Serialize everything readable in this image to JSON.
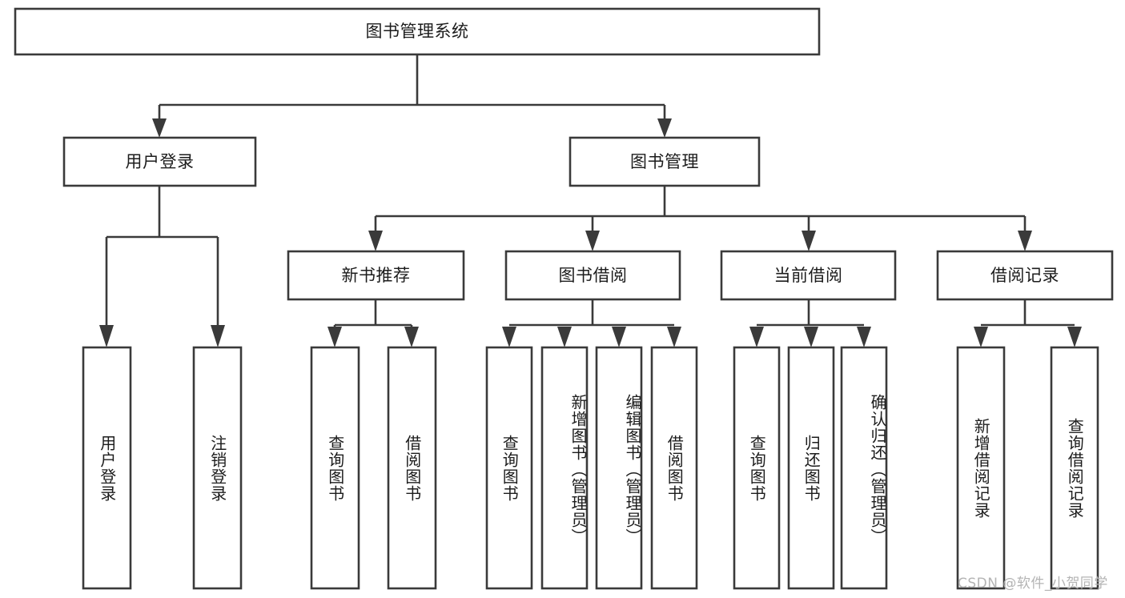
{
  "diagram": {
    "title": "图书管理系统",
    "type": "tree-hierarchy",
    "watermark": "CSDN @软件_小贺同学",
    "colors": {
      "stroke": "#3a3a3a",
      "fill": "#ffffff",
      "text": "#1c1c1c",
      "watermark": "#b4b4b4",
      "background": "#ffffff"
    },
    "nodes": {
      "root": {
        "label": "图书管理系统"
      },
      "level2": [
        {
          "id": "user-login",
          "label": "用户登录"
        },
        {
          "id": "book-manage",
          "label": "图书管理"
        }
      ],
      "level3": [
        {
          "id": "new-book-recommend",
          "label": "新书推荐"
        },
        {
          "id": "book-borrow",
          "label": "图书借阅"
        },
        {
          "id": "current-borrow",
          "label": "当前借阅"
        },
        {
          "id": "borrow-record",
          "label": "借阅记录"
        }
      ],
      "leaves": {
        "user-login": [
          {
            "id": "leaf-user-login",
            "label": "用户登录"
          },
          {
            "id": "leaf-logout-login",
            "label": "注销登录"
          }
        ],
        "new-book-recommend": [
          {
            "id": "leaf-query-book-1",
            "label": "查询图书"
          },
          {
            "id": "leaf-borrow-book-1",
            "label": "借阅图书"
          }
        ],
        "book-borrow": [
          {
            "id": "leaf-query-book-2",
            "label": "查询图书"
          },
          {
            "id": "leaf-add-book",
            "label": "新增图书（管理员）"
          },
          {
            "id": "leaf-edit-book",
            "label": "编辑图书（管理员）"
          },
          {
            "id": "leaf-borrow-book-2",
            "label": "借阅图书"
          }
        ],
        "current-borrow": [
          {
            "id": "leaf-query-book-3",
            "label": "查询图书"
          },
          {
            "id": "leaf-return-book",
            "label": "归还图书"
          },
          {
            "id": "leaf-confirm-return",
            "label": "确认归还（管理员）"
          }
        ],
        "borrow-record": [
          {
            "id": "leaf-add-record",
            "label": "新增借阅记录"
          },
          {
            "id": "leaf-query-record",
            "label": "查询借阅记录"
          }
        ]
      }
    }
  }
}
